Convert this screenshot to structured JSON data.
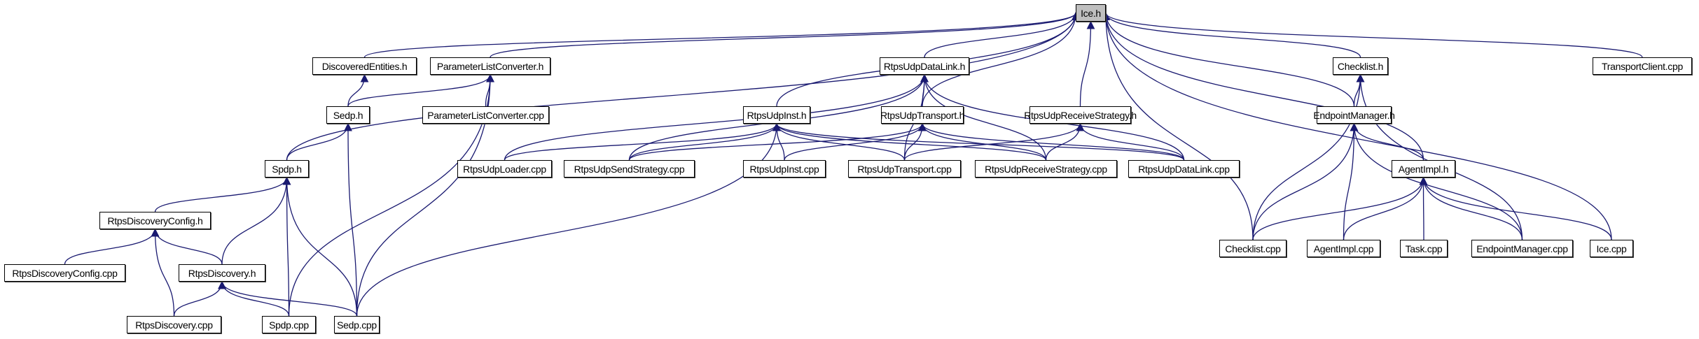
{
  "graph_title": "Include dependency graph for Ice.h",
  "edge_color": "#191970",
  "root_fill": "#bfbfbf",
  "nodes": [
    {
      "id": "ice_h",
      "label": "Ice.h",
      "root": true
    },
    {
      "id": "discovered_entities_h",
      "label": "DiscoveredEntities.h"
    },
    {
      "id": "parameter_list_converter_h",
      "label": "ParameterListConverter.h"
    },
    {
      "id": "rtps_udp_data_link_h",
      "label": "RtpsUdpDataLink.h"
    },
    {
      "id": "checklist_h",
      "label": "Checklist.h"
    },
    {
      "id": "transport_client_cpp",
      "label": "TransportClient.cpp"
    },
    {
      "id": "sedp_h",
      "label": "Sedp.h"
    },
    {
      "id": "parameter_list_converter_cpp",
      "label": "ParameterListConverter.cpp"
    },
    {
      "id": "rtps_udp_inst_h",
      "label": "RtpsUdpInst.h"
    },
    {
      "id": "rtps_udp_transport_h",
      "label": "RtpsUdpTransport.h"
    },
    {
      "id": "rtps_udp_receive_strategy_h",
      "label": "RtpsUdpReceiveStrategy.h"
    },
    {
      "id": "endpoint_manager_h",
      "label": "EndpointManager.h"
    },
    {
      "id": "spdp_h",
      "label": "Spdp.h"
    },
    {
      "id": "rtps_udp_loader_cpp",
      "label": "RtpsUdpLoader.cpp"
    },
    {
      "id": "rtps_udp_send_strategy_cpp",
      "label": "RtpsUdpSendStrategy.cpp"
    },
    {
      "id": "rtps_udp_inst_cpp",
      "label": "RtpsUdpInst.cpp"
    },
    {
      "id": "rtps_udp_transport_cpp",
      "label": "RtpsUdpTransport.cpp"
    },
    {
      "id": "rtps_udp_receive_strategy_cpp",
      "label": "RtpsUdpReceiveStrategy.cpp"
    },
    {
      "id": "rtps_udp_data_link_cpp",
      "label": "RtpsUdpDataLink.cpp"
    },
    {
      "id": "agent_impl_h",
      "label": "AgentImpl.h"
    },
    {
      "id": "rtps_discovery_config_h",
      "label": "RtpsDiscoveryConfig.h"
    },
    {
      "id": "checklist_cpp",
      "label": "Checklist.cpp"
    },
    {
      "id": "agent_impl_cpp",
      "label": "AgentImpl.cpp"
    },
    {
      "id": "task_cpp",
      "label": "Task.cpp"
    },
    {
      "id": "endpoint_manager_cpp",
      "label": "EndpointManager.cpp"
    },
    {
      "id": "ice_cpp",
      "label": "Ice.cpp"
    },
    {
      "id": "rtps_discovery_config_cpp",
      "label": "RtpsDiscoveryConfig.cpp"
    },
    {
      "id": "rtps_discovery_h",
      "label": "RtpsDiscovery.h"
    },
    {
      "id": "rtps_discovery_cpp",
      "label": "RtpsDiscovery.cpp"
    },
    {
      "id": "spdp_cpp",
      "label": "Spdp.cpp"
    },
    {
      "id": "sedp_cpp",
      "label": "Sedp.cpp"
    }
  ],
  "edges": [
    [
      "discovered_entities_h",
      "ice_h"
    ],
    [
      "parameter_list_converter_h",
      "ice_h"
    ],
    [
      "spdp_h",
      "ice_h"
    ],
    [
      "rtps_udp_data_link_h",
      "ice_h"
    ],
    [
      "rtps_udp_inst_h",
      "ice_h"
    ],
    [
      "rtps_udp_transport_h",
      "ice_h"
    ],
    [
      "rtps_udp_receive_strategy_h",
      "ice_h"
    ],
    [
      "checklist_cpp",
      "ice_h"
    ],
    [
      "checklist_h",
      "ice_h"
    ],
    [
      "endpoint_manager_h",
      "ice_h"
    ],
    [
      "agent_impl_h",
      "ice_h"
    ],
    [
      "ice_cpp",
      "ice_h"
    ],
    [
      "transport_client_cpp",
      "ice_h"
    ],
    [
      "sedp_h",
      "discovered_entities_h"
    ],
    [
      "sedp_h",
      "parameter_list_converter_h"
    ],
    [
      "parameter_list_converter_cpp",
      "parameter_list_converter_h"
    ],
    [
      "spdp_cpp",
      "parameter_list_converter_h"
    ],
    [
      "sedp_cpp",
      "parameter_list_converter_h"
    ],
    [
      "spdp_h",
      "sedp_h"
    ],
    [
      "sedp_cpp",
      "sedp_h"
    ],
    [
      "rtps_discovery_config_h",
      "spdp_h"
    ],
    [
      "rtps_discovery_h",
      "spdp_h"
    ],
    [
      "spdp_cpp",
      "spdp_h"
    ],
    [
      "sedp_cpp",
      "spdp_h"
    ],
    [
      "rtps_discovery_config_cpp",
      "rtps_discovery_config_h"
    ],
    [
      "rtps_discovery_h",
      "rtps_discovery_config_h"
    ],
    [
      "rtps_discovery_cpp",
      "rtps_discovery_config_h"
    ],
    [
      "rtps_discovery_cpp",
      "rtps_discovery_h"
    ],
    [
      "spdp_cpp",
      "rtps_discovery_h"
    ],
    [
      "sedp_cpp",
      "rtps_discovery_h"
    ],
    [
      "rtps_udp_transport_h",
      "rtps_udp_data_link_h"
    ],
    [
      "rtps_udp_loader_cpp",
      "rtps_udp_data_link_h"
    ],
    [
      "rtps_udp_send_strategy_cpp",
      "rtps_udp_data_link_h"
    ],
    [
      "rtps_udp_transport_cpp",
      "rtps_udp_data_link_h"
    ],
    [
      "rtps_udp_receive_strategy_cpp",
      "rtps_udp_data_link_h"
    ],
    [
      "rtps_udp_data_link_cpp",
      "rtps_udp_data_link_h"
    ],
    [
      "rtps_udp_loader_cpp",
      "rtps_udp_inst_h"
    ],
    [
      "rtps_udp_send_strategy_cpp",
      "rtps_udp_inst_h"
    ],
    [
      "rtps_udp_inst_cpp",
      "rtps_udp_inst_h"
    ],
    [
      "rtps_udp_transport_cpp",
      "rtps_udp_inst_h"
    ],
    [
      "rtps_udp_receive_strategy_cpp",
      "rtps_udp_inst_h"
    ],
    [
      "rtps_udp_data_link_cpp",
      "rtps_udp_inst_h"
    ],
    [
      "sedp_cpp",
      "rtps_udp_inst_h"
    ],
    [
      "rtps_udp_send_strategy_cpp",
      "rtps_udp_transport_h"
    ],
    [
      "rtps_udp_inst_cpp",
      "rtps_udp_transport_h"
    ],
    [
      "rtps_udp_transport_cpp",
      "rtps_udp_transport_h"
    ],
    [
      "rtps_udp_receive_strategy_cpp",
      "rtps_udp_transport_h"
    ],
    [
      "rtps_udp_data_link_cpp",
      "rtps_udp_transport_h"
    ],
    [
      "rtps_udp_transport_cpp",
      "rtps_udp_receive_strategy_h"
    ],
    [
      "rtps_udp_receive_strategy_cpp",
      "rtps_udp_receive_strategy_h"
    ],
    [
      "rtps_udp_data_link_cpp",
      "rtps_udp_receive_strategy_h"
    ],
    [
      "endpoint_manager_h",
      "checklist_h"
    ],
    [
      "checklist_cpp",
      "checklist_h"
    ],
    [
      "endpoint_manager_cpp",
      "checklist_h"
    ],
    [
      "agent_impl_h",
      "endpoint_manager_h"
    ],
    [
      "checklist_cpp",
      "endpoint_manager_h"
    ],
    [
      "agent_impl_cpp",
      "endpoint_manager_h"
    ],
    [
      "endpoint_manager_cpp",
      "endpoint_manager_h"
    ],
    [
      "checklist_cpp",
      "agent_impl_h"
    ],
    [
      "agent_impl_cpp",
      "agent_impl_h"
    ],
    [
      "task_cpp",
      "agent_impl_h"
    ],
    [
      "endpoint_manager_cpp",
      "agent_impl_h"
    ],
    [
      "ice_cpp",
      "agent_impl_h"
    ]
  ]
}
